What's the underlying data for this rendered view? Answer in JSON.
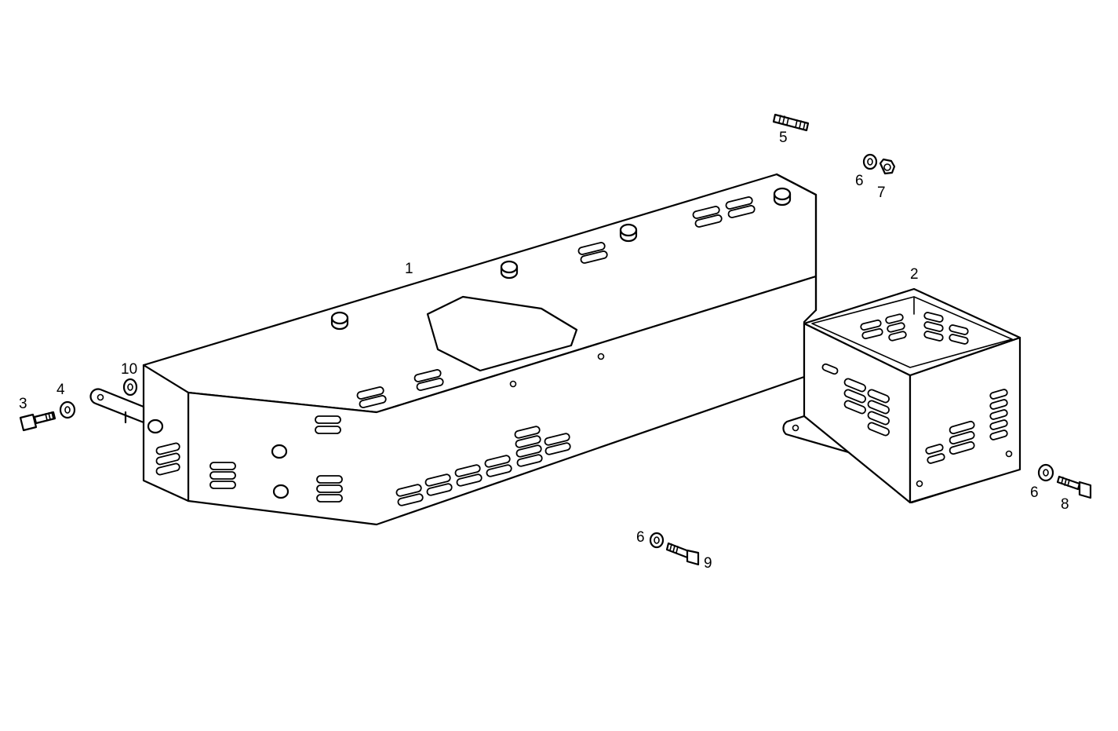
{
  "callouts": {
    "c1": "1",
    "c2": "2",
    "c3": "3",
    "c4": "4",
    "c5": "5",
    "c6a": "6",
    "c7": "7",
    "c6b": "6",
    "c8": "8",
    "c6c": "6",
    "c9": "9",
    "c10": "10"
  }
}
